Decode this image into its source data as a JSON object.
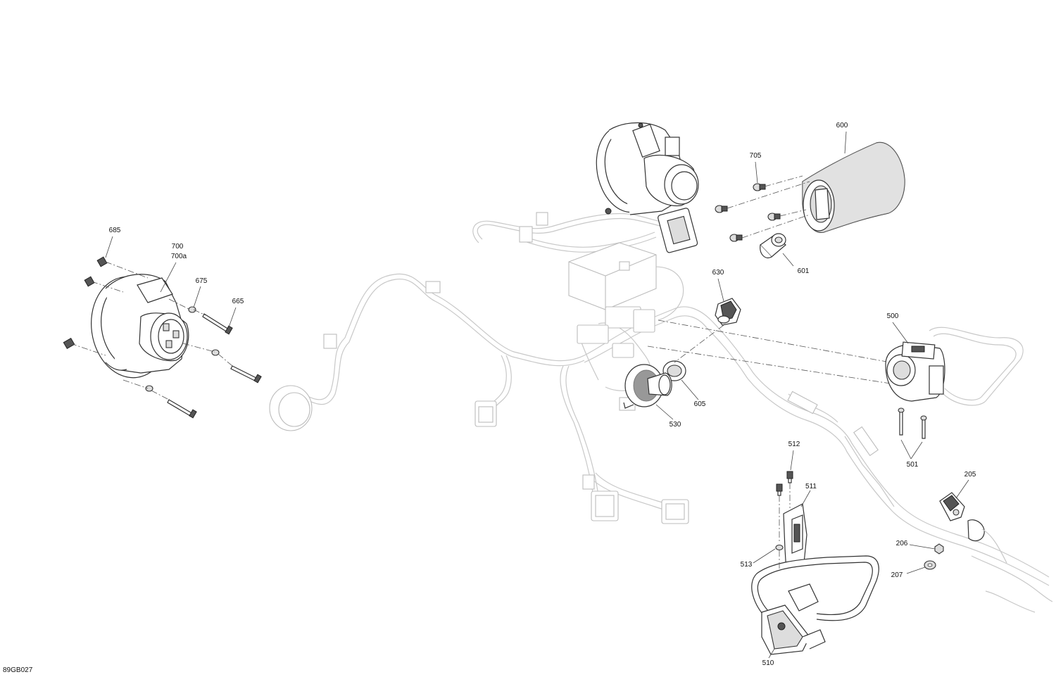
{
  "drawing_code": "89GB027",
  "callouts": {
    "c685": "685",
    "c700": "700",
    "c700a": "700a",
    "c675": "675",
    "c665": "665",
    "c600": "600",
    "c705": "705",
    "c601": "601",
    "c630": "630",
    "c500": "500",
    "c605": "605",
    "c530": "530",
    "c501": "501",
    "c512": "512",
    "c511": "511",
    "c205": "205",
    "c206": "206",
    "c207": "207",
    "c513": "513",
    "c510": "510"
  }
}
